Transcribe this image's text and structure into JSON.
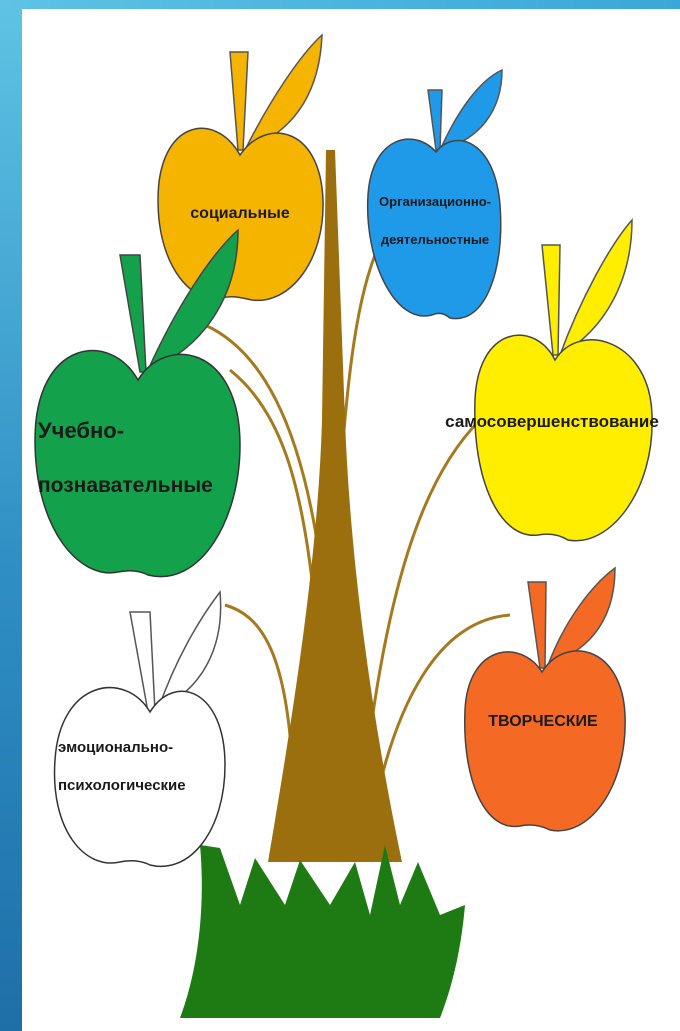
{
  "apples": [
    {
      "id": "socialnye",
      "lines": [
        "социальные"
      ],
      "color": "#f5b400"
    },
    {
      "id": "organizatsionno",
      "lines": [
        "Организационно-",
        "деятельностные"
      ],
      "color": "#1f9ae8"
    },
    {
      "id": "uchebno",
      "lines": [
        "Учебно-",
        "познавательные"
      ],
      "color": "#13a14b"
    },
    {
      "id": "samosovershenstvovanie",
      "lines": [
        "самосовершенствование"
      ],
      "color": "#ffee00"
    },
    {
      "id": "emotsionalno",
      "lines": [
        "эмоционально-",
        "психологические"
      ],
      "color": "#ffffff"
    },
    {
      "id": "tvorcheskie",
      "lines": [
        "ТВОРЧЕСКИЕ"
      ],
      "color": "#f46a24"
    }
  ],
  "colors": {
    "trunk": "#9b6e0e",
    "branch": "#a57a1e",
    "grass": "#1e7a12",
    "frame": "#3aa7d8"
  }
}
